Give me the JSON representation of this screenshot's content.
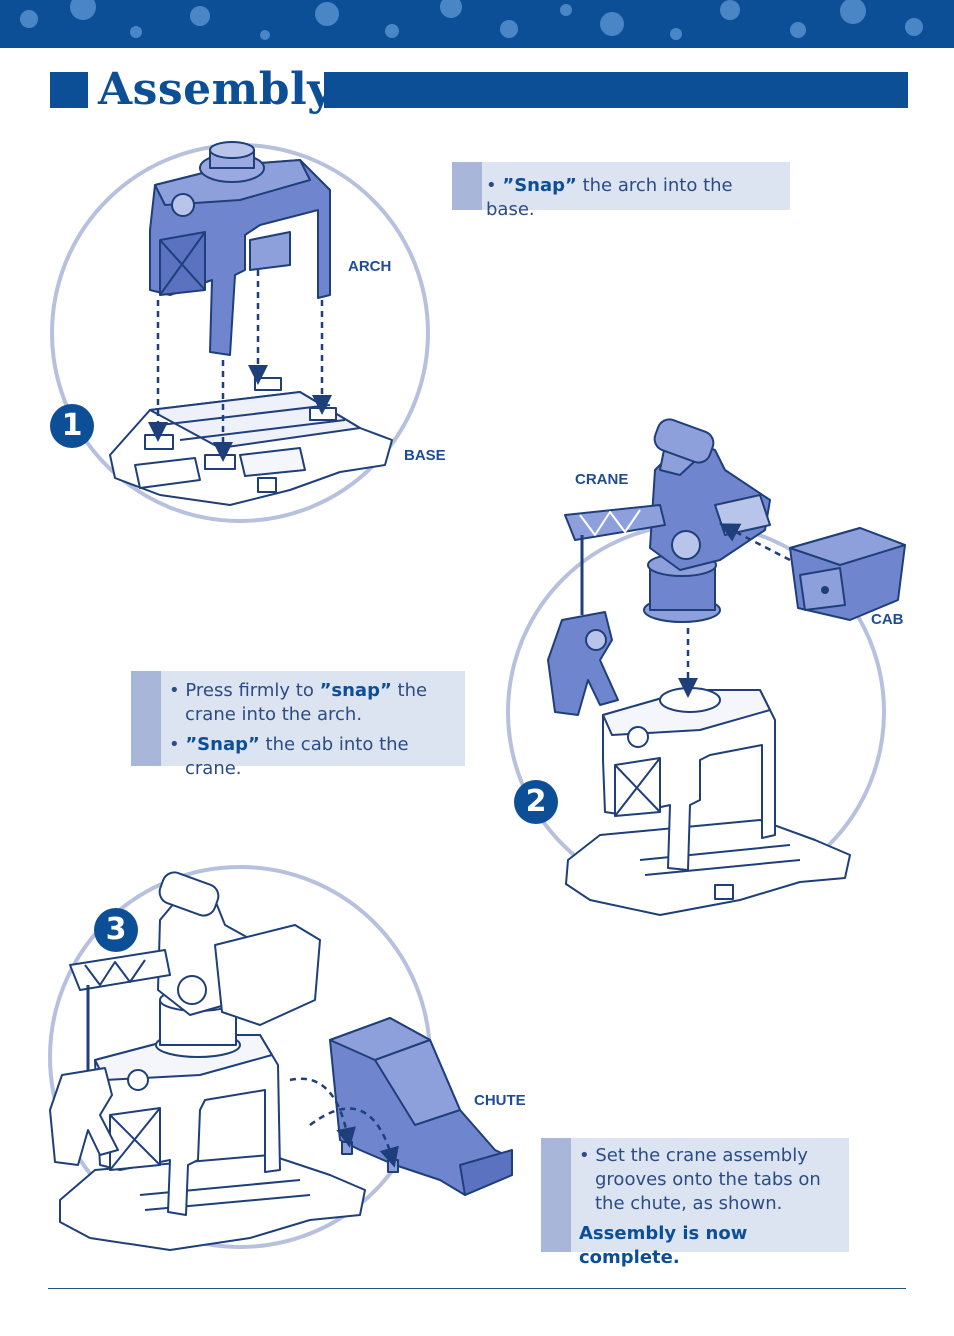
{
  "page": {
    "title": "Assembly"
  },
  "steps": {
    "one": {
      "number": "1",
      "labels": {
        "arch": "ARCH",
        "base": "BASE"
      }
    },
    "two": {
      "number": "2",
      "labels": {
        "crane": "CRANE",
        "cab": "CAB"
      }
    },
    "three": {
      "number": "3",
      "labels": {
        "chute": "CHUTE"
      }
    }
  },
  "notes": {
    "step1": {
      "bullet": "•",
      "bold": "”Snap”",
      "rest": " the arch into the base."
    },
    "step2": {
      "line1_pre": "Press firmly to ",
      "line1_bold": "”snap”",
      "line1_post": " the crane into the arch.",
      "line2_bold": "”Snap”",
      "line2_post": " the cab into the crane."
    },
    "step3": {
      "line1": "Set the crane assembly grooves onto the  tabs on the chute, as shown.",
      "complete": "Assembly is now complete."
    }
  },
  "colors": {
    "brand": "#0d4f97",
    "part_fill": "#6f86cf",
    "note_bg": "#dce3f1",
    "note_strip": "#a8b6d9",
    "circle": "#b7c1de"
  }
}
